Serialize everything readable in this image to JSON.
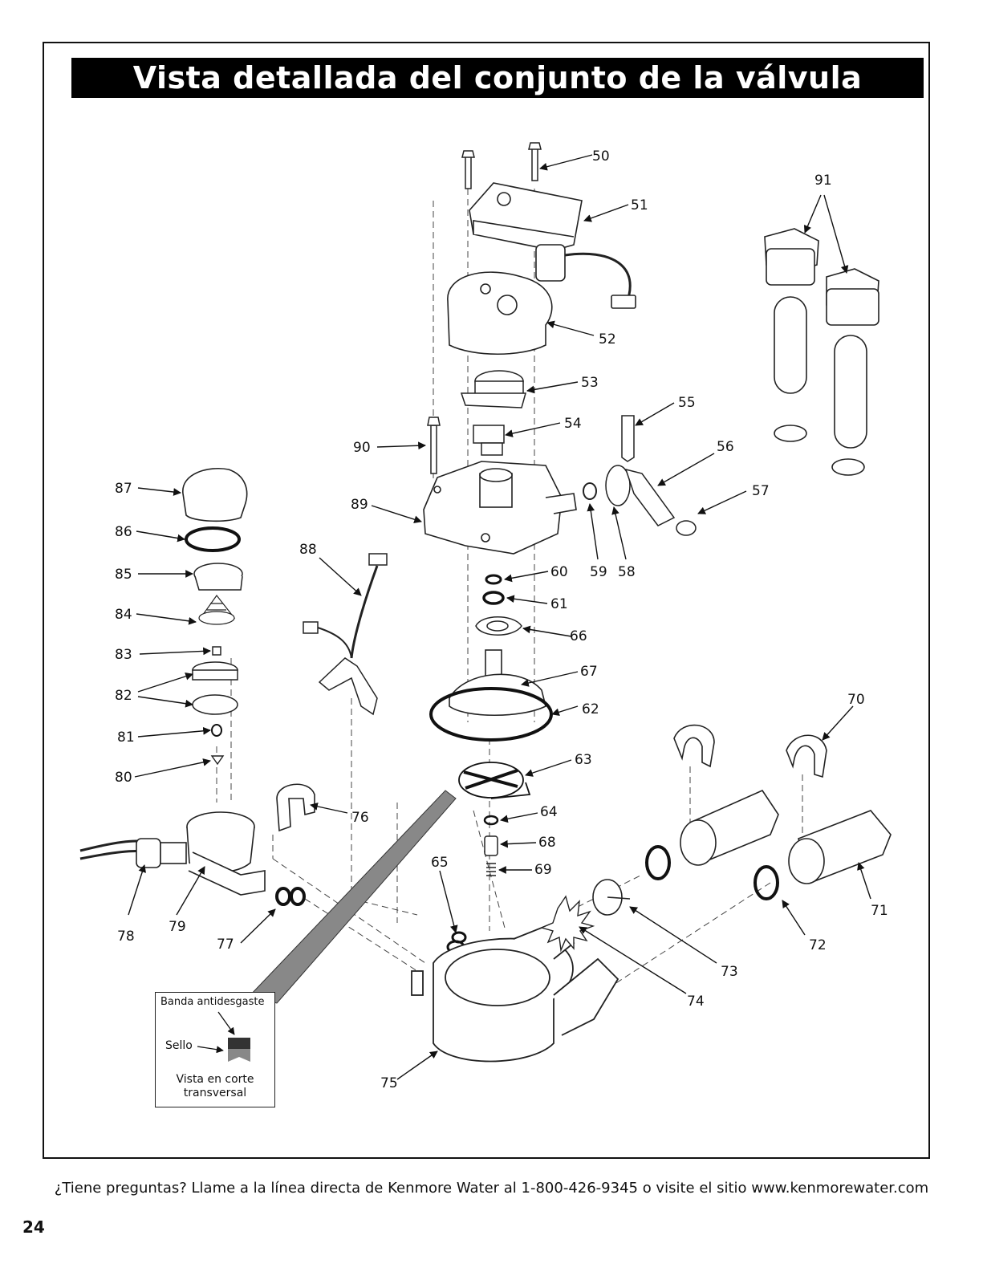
{
  "page": {
    "title": "Vista detallada del conjunto de la válvula",
    "footer": "¿Tiene preguntas? Llame a la línea directa de Kenmore Water al 1-800-426-9345 o visite el sitio www.kenmorewater.com",
    "page_number": "24"
  },
  "inset": {
    "band_label": "Banda antidesgaste",
    "seal_label": "Sello",
    "caption_line1": "Vista en corte",
    "caption_line2": "transversal"
  },
  "callouts": {
    "c50": "50",
    "c51": "51",
    "c52": "52",
    "c53": "53",
    "c54": "54",
    "c55": "55",
    "c56": "56",
    "c57": "57",
    "c58": "58",
    "c59": "59",
    "c60": "60",
    "c61": "61",
    "c62": "62",
    "c63": "63",
    "c64": "64",
    "c65": "65",
    "c66": "66",
    "c67": "67",
    "c68": "68",
    "c69": "69",
    "c70": "70",
    "c71": "71",
    "c72": "72",
    "c73": "73",
    "c74": "74",
    "c75": "75",
    "c76": "76",
    "c77": "77",
    "c78": "78",
    "c79": "79",
    "c80": "80",
    "c81": "81",
    "c82": "82",
    "c83": "83",
    "c84": "84",
    "c85": "85",
    "c86": "86",
    "c87": "87",
    "c88": "88",
    "c89": "89",
    "c90": "90",
    "c91": "91"
  }
}
